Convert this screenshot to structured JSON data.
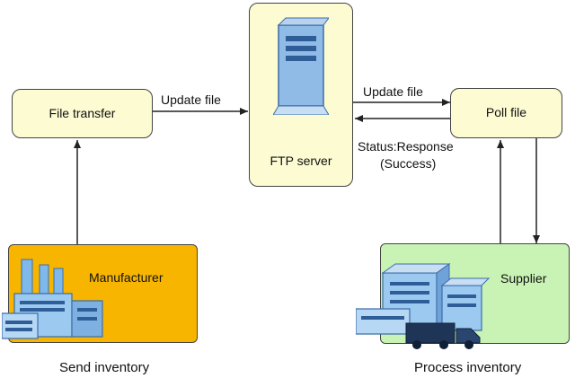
{
  "nodes": {
    "file_transfer": {
      "label": "File transfer"
    },
    "ftp_server": {
      "label": "FTP server"
    },
    "poll_file": {
      "label": "Poll file"
    },
    "manufacturer": {
      "label": "Manufacturer",
      "caption": "Send inventory"
    },
    "supplier": {
      "label": "Supplier",
      "caption": "Process inventory"
    }
  },
  "edges": {
    "update_file_left": "Update file",
    "update_file_right": "Update file",
    "status_line1": "Status:Response",
    "status_line2": "(Success)"
  },
  "colors": {
    "pale_box": "#fcfbd2",
    "manufacturer_box": "#f7b500",
    "supplier_box": "#c9f2b5",
    "building": "#7fb8ea",
    "building_dark": "#3d6ea8",
    "truck": "#1e3557"
  },
  "icons": [
    "server-icon",
    "factory-icon",
    "warehouse-icon",
    "truck-icon"
  ]
}
